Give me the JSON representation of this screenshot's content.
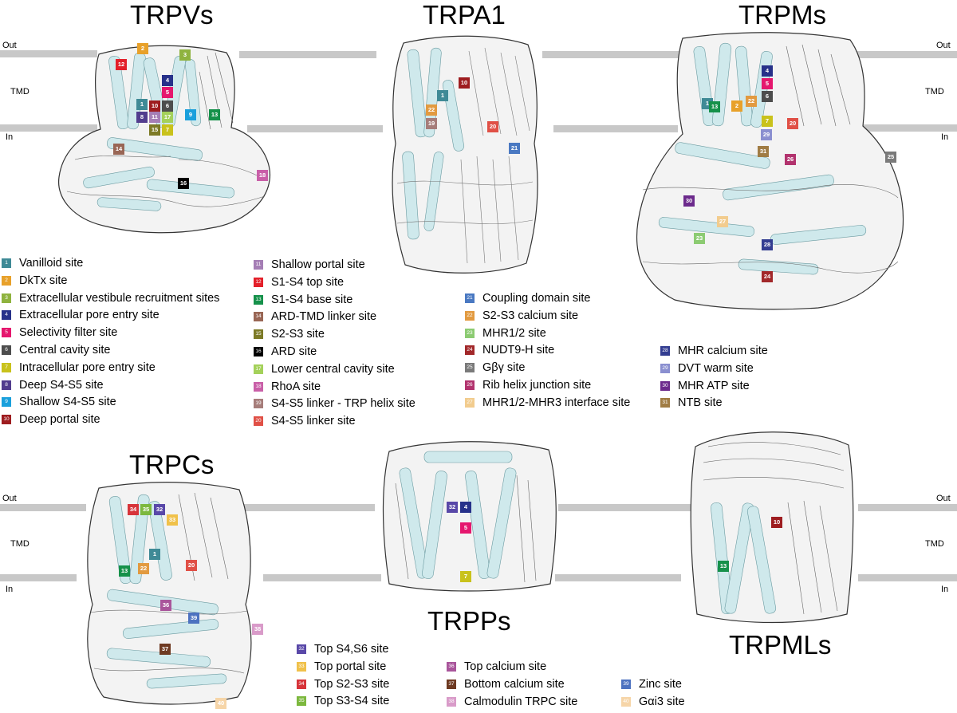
{
  "membrane_labels": {
    "out": "Out",
    "tmd": "TMD",
    "in": "In"
  },
  "families": {
    "trpv": "TRPVs",
    "trpa1": "TRPA1",
    "trpm": "TRPMs",
    "trpc": "TRPCs",
    "trpp": "TRPPs",
    "trpml": "TRPMLs"
  },
  "sites": [
    {
      "num": "1",
      "label": "Vanilloid site",
      "color": "#3f8a96"
    },
    {
      "num": "2",
      "label": "DkTx site",
      "color": "#e8a12a"
    },
    {
      "num": "3",
      "label": "Extracellular vestibule recruitment sites",
      "color": "#8fb33f"
    },
    {
      "num": "4",
      "label": "Extracellular pore entry site",
      "color": "#27318a"
    },
    {
      "num": "5",
      "label": "Selectivity filter site",
      "color": "#e5176e"
    },
    {
      "num": "6",
      "label": "Central cavity site",
      "color": "#4d4d4d"
    },
    {
      "num": "7",
      "label": "Intracellular pore entry site",
      "color": "#c9c21c"
    },
    {
      "num": "8",
      "label": "Deep S4-S5 site",
      "color": "#523d8e"
    },
    {
      "num": "9",
      "label": "Shallow S4-S5 site",
      "color": "#1aa0dc"
    },
    {
      "num": "10",
      "label": "Deep portal site",
      "color": "#9e1d20"
    },
    {
      "num": "11",
      "label": "Shallow portal site",
      "color": "#a57eb5"
    },
    {
      "num": "12",
      "label": "S1-S4 top site",
      "color": "#e3202a"
    },
    {
      "num": "13",
      "label": "S1-S4 base site",
      "color": "#15914a"
    },
    {
      "num": "14",
      "label": "ARD-TMD linker site",
      "color": "#996655"
    },
    {
      "num": "15",
      "label": "S2-S3 site",
      "color": "#7c7a26"
    },
    {
      "num": "16",
      "label": "ARD site",
      "color": "#000000"
    },
    {
      "num": "17",
      "label": "Lower central cavity site",
      "color": "#a4d15a"
    },
    {
      "num": "18",
      "label": "RhoA site",
      "color": "#c95fa8"
    },
    {
      "num": "19",
      "label": "S4-S5 linker - TRP helix site",
      "color": "#a67d7a"
    },
    {
      "num": "20",
      "label": "S4-S5 linker site",
      "color": "#e05046"
    },
    {
      "num": "21",
      "label": "Coupling domain site",
      "color": "#4a79c2"
    },
    {
      "num": "22",
      "label": "S2-S3 calcium site",
      "color": "#e29a40"
    },
    {
      "num": "23",
      "label": "MHR1/2 site",
      "color": "#8ccb72"
    },
    {
      "num": "24",
      "label": "NUDT9-H site",
      "color": "#a2282a"
    },
    {
      "num": "25",
      "label": "Gβγ site",
      "color": "#7a7a7a"
    },
    {
      "num": "26",
      "label": "Rib helix junction site",
      "color": "#b2336e"
    },
    {
      "num": "27",
      "label": "MHR1/2-MHR3 interface site",
      "color": "#f2cc8e"
    },
    {
      "num": "28",
      "label": "MHR calcium site",
      "color": "#333d91"
    },
    {
      "num": "29",
      "label": "DVT warm site",
      "color": "#8a8fd0"
    },
    {
      "num": "30",
      "label": "MHR ATP site",
      "color": "#6c2a8c"
    },
    {
      "num": "31",
      "label": "NTB site",
      "color": "#a07c44"
    },
    {
      "num": "32",
      "label": "Top S4,S6 site",
      "color": "#5948a8"
    },
    {
      "num": "33",
      "label": "Top portal site",
      "color": "#f0c14a"
    },
    {
      "num": "34",
      "label": "Top S2-S3 site",
      "color": "#d7343a"
    },
    {
      "num": "35",
      "label": "Top S3-S4 site",
      "color": "#7cb83e"
    },
    {
      "num": "36",
      "label": "Top calcium site",
      "color": "#a9559b"
    },
    {
      "num": "37",
      "label": "Bottom calcium site",
      "color": "#6e3a22"
    },
    {
      "num": "38",
      "label": "Calmodulin TRPC site",
      "color": "#d99bc9"
    },
    {
      "num": "39",
      "label": "Zinc site",
      "color": "#4d72c0"
    },
    {
      "num": "40",
      "label": "Gαi3 site",
      "color": "#f6d5a8"
    }
  ]
}
